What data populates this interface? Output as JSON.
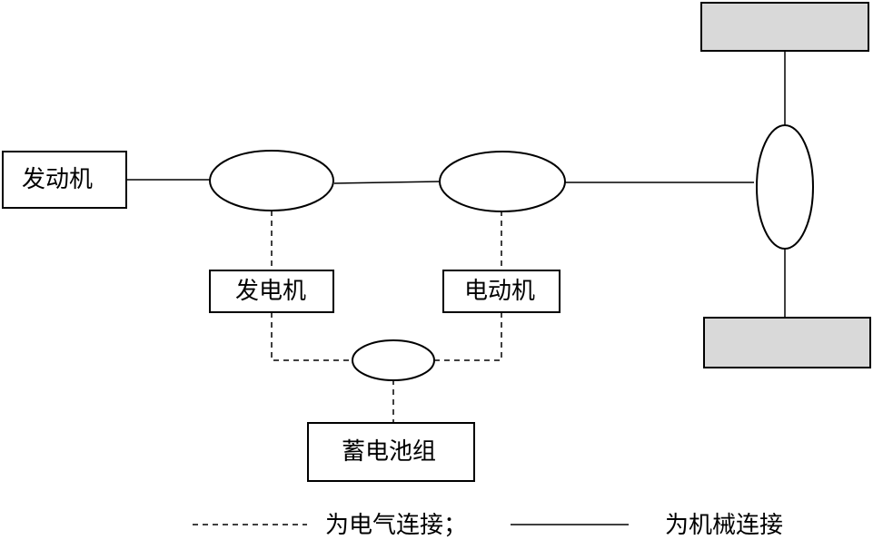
{
  "components": {
    "engine": "发动机",
    "generator": "发电机",
    "motor": "电动机",
    "battery": "蓄电池组"
  },
  "legend": {
    "electrical": "为电气连接；",
    "mechanical": "为机械连接"
  },
  "colors": {
    "stroke": "#000000",
    "wheel_fill": "#d9d9d9",
    "background": "#ffffff"
  }
}
